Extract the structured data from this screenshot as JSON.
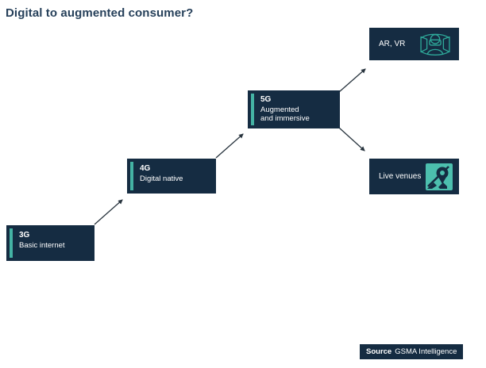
{
  "title": "Digital to augmented consumer?",
  "colors": {
    "box_navy": "#152c42",
    "accent_teal": "#44b3a4",
    "icon_outline_teal": "#2ea899",
    "icon_fill_teal": "#4cbfae",
    "title_text": "#26405a",
    "arrow": "#28343e"
  },
  "nodes": [
    {
      "id": "3g",
      "label": "3G",
      "sublabel": "Basic internet"
    },
    {
      "id": "4g",
      "label": "4G",
      "sublabel": "Digital native"
    },
    {
      "id": "5g",
      "label": "5G",
      "sublabel": "Augmented\nand immersive"
    }
  ],
  "outcomes": [
    {
      "id": "ar-vr",
      "label": "AR, VR",
      "icon": "vr-headset-icon"
    },
    {
      "id": "live-venues",
      "label": "Live venues",
      "icon": "map-location-pin-icon"
    }
  ],
  "source": {
    "label": "Source",
    "text": "GSMA Intelligence"
  }
}
